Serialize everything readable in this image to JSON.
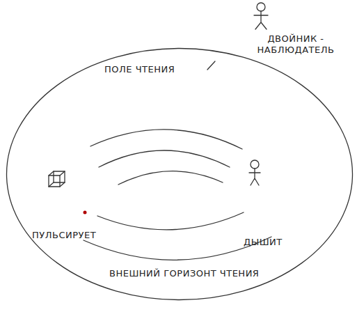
{
  "diagram": {
    "nodes": [
      {
        "text": [
          "ПОЛЕ ЧТЕНИЯ",
          "ВНЕШНИЙ ГОРИЗОНТ ЧТЕНИЯ"
        ]
      },
      {
        "text": [
          "ПУЛЬСИРУЕТ"
        ],
        "in": 0
      },
      {
        "text": [
          "ДЫШИТ"
        ],
        "in": 0
      },
      {
        "text": [
          "ДВОЙНИК - НАБЛЮДАТЕЛЬ"
        ]
      }
    ]
  }
}
